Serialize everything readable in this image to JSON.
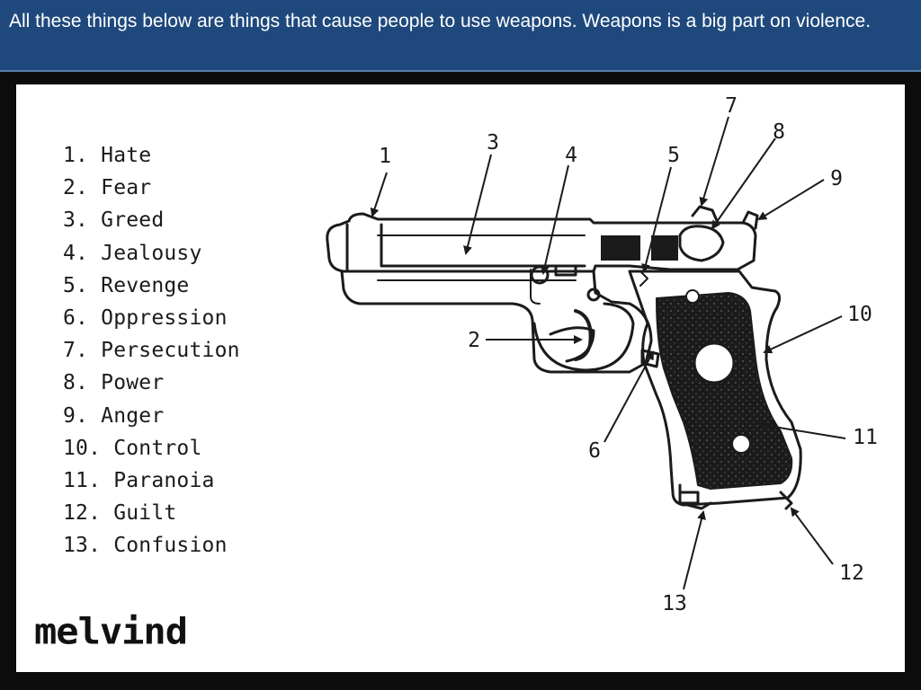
{
  "slide": {
    "text": "All these things below are things that cause people to use weapons. Weapons is a big part on violence."
  },
  "causes": [
    "1. Hate",
    "2. Fear",
    "3. Greed",
    "4. Jealousy",
    "5. Revenge",
    "6. Oppression",
    "7. Persecution",
    "8. Power",
    "9. Anger",
    "10. Control",
    "11. Paranoia",
    "12. Guilt",
    "13. Confusion"
  ],
  "callouts": [
    "1",
    "2",
    "3",
    "4",
    "5",
    "6",
    "7",
    "8",
    "9",
    "10",
    "11",
    "12",
    "13"
  ],
  "logo": "melvind",
  "colors": {
    "header_bg": "#1f497d",
    "ink": "#1b1b1b",
    "panel": "#ffffff",
    "frame": "#0c0c0c"
  }
}
